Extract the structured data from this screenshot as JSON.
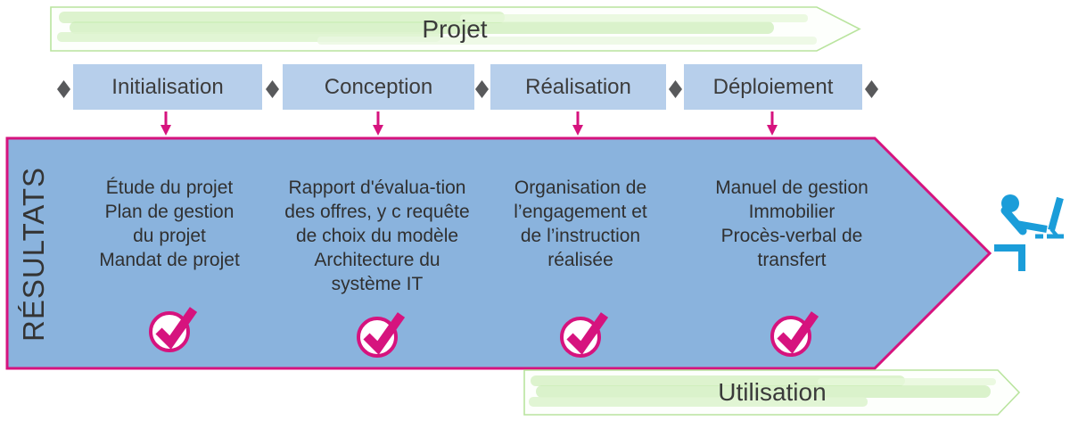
{
  "diagram": {
    "top_arrow": {
      "label": "Projet"
    },
    "phases": [
      {
        "label": "Initialisation"
      },
      {
        "label": "Conception"
      },
      {
        "label": "Réalisation"
      },
      {
        "label": "Déploiement"
      }
    ],
    "results": {
      "axis_label": "RÉSULTATS",
      "columns": [
        {
          "phase": "Initialisation",
          "checked": true,
          "lines": [
            "Étude du projet",
            "Plan de gestion",
            "du projet",
            "Mandat de projet"
          ]
        },
        {
          "phase": "Conception",
          "checked": true,
          "lines": [
            "Rapport d'évalua-tion",
            "des offres, y c requête",
            "de choix du modèle",
            "Architecture du",
            "système IT"
          ]
        },
        {
          "phase": "Réalisation",
          "checked": true,
          "lines": [
            "Organisation de",
            "l’engagement et",
            "de l’instruction",
            "réalisée"
          ]
        },
        {
          "phase": "Déploiement",
          "checked": true,
          "lines": [
            "Manuel de gestion",
            "Immobilier",
            "Procès-verbal de",
            "transfert"
          ]
        }
      ]
    },
    "bottom_arrow": {
      "label": "Utilisation"
    },
    "icons": {
      "check": "checkmark-in-circle",
      "separator": "diamond",
      "flow": "down-arrow",
      "user": "person-at-computer"
    },
    "colors": {
      "pink": "#d6137e",
      "result_arrow_blue": "#8ab3dd",
      "phase_box_blue": "#b7cfeb",
      "green_border": "#b9e49e",
      "icon_blue": "#1b9dd9",
      "diamond_gray": "#58595b",
      "text": "#3a3a3a"
    }
  }
}
